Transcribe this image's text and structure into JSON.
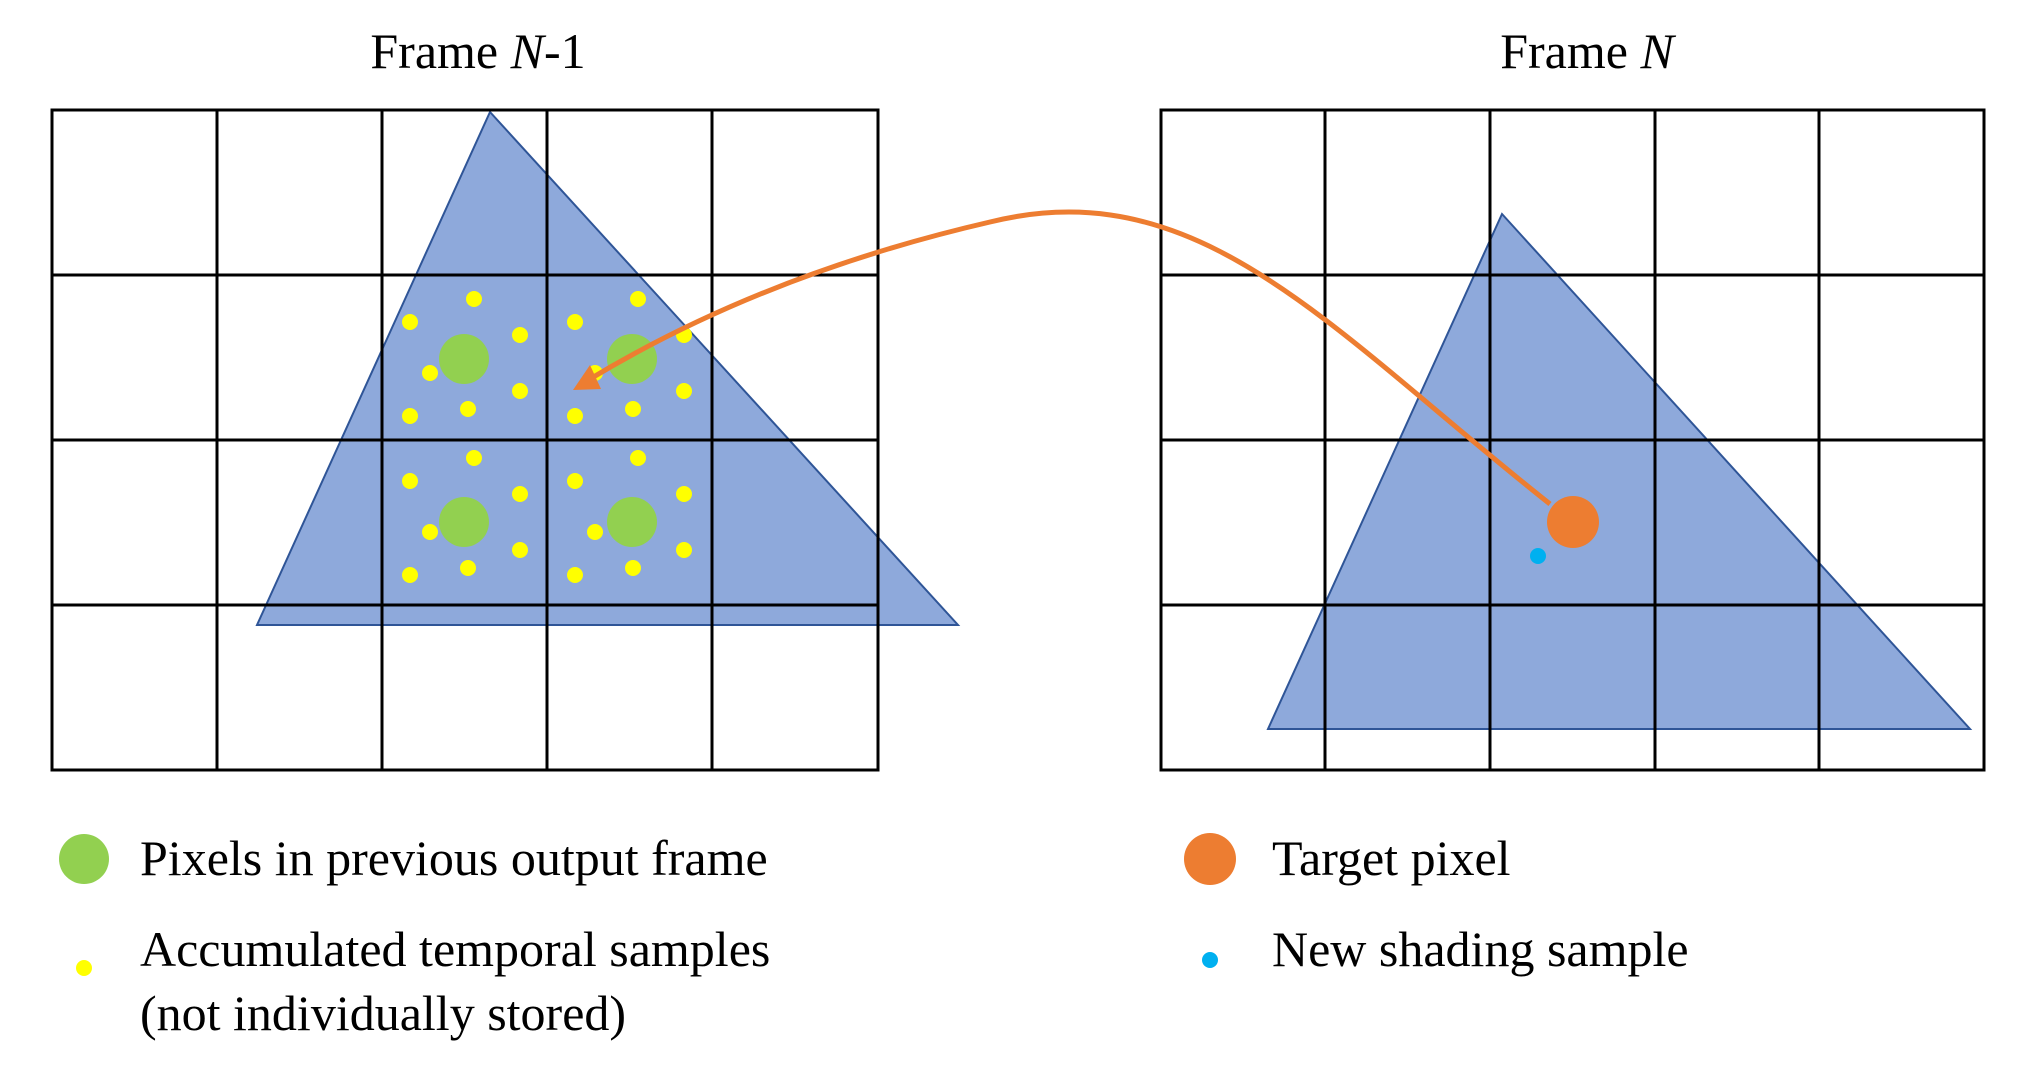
{
  "frames": {
    "previous": {
      "title_prefix": "Frame ",
      "title_var": "N",
      "title_suffix": "-1"
    },
    "current": {
      "title_prefix": "Frame ",
      "title_var": "N"
    }
  },
  "legend": {
    "green_pixel": "Pixels in previous output frame",
    "accumulated_line1": "Accumulated temporal samples",
    "accumulated_line2": "(not individually stored)",
    "target_pixel": "Target pixel",
    "new_sample": "New shading sample"
  },
  "colors": {
    "triangle_fill": "#8EA9DB",
    "triangle_stroke": "#2F5597",
    "grid": "#000000",
    "green_pixel": "#92D050",
    "yellow_sample": "#FFFF00",
    "orange_target": "#ED7D31",
    "blue_sample": "#00B0F0",
    "arrow": "#ED7D31"
  }
}
